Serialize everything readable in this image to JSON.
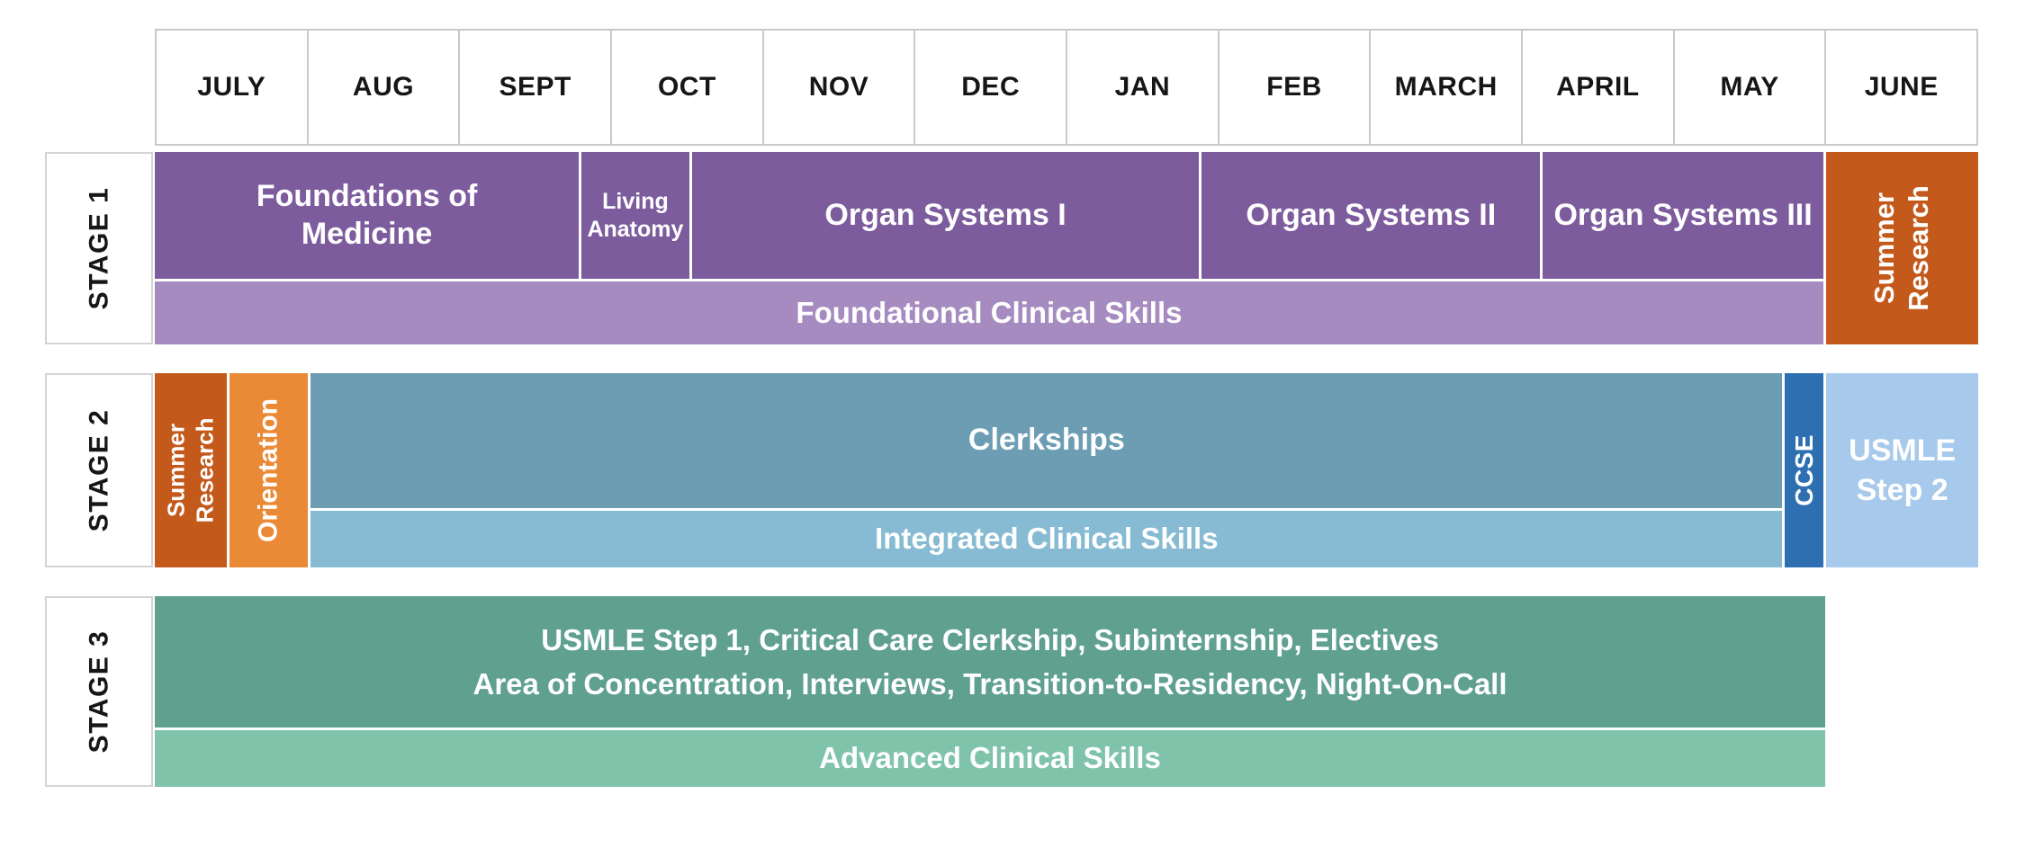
{
  "months": [
    "JULY",
    "AUG",
    "SEPT",
    "OCT",
    "NOV",
    "DEC",
    "JAN",
    "FEB",
    "MARCH",
    "APRIL",
    "MAY",
    "JUNE"
  ],
  "stage1": {
    "label": "STAGE 1",
    "blocks": {
      "foundations": "Foundations of Medicine",
      "living_anatomy": "Living Anatomy",
      "organ_systems_1": "Organ Systems I",
      "organ_systems_2": "Organ Systems II",
      "organ_systems_3": "Organ Systems III"
    },
    "skills_bar": "Foundational Clinical Skills",
    "summer_research": "Summer Research"
  },
  "stage2": {
    "label": "STAGE 2",
    "summer_research": "Summer Research",
    "orientation": "Orientation",
    "clerkships": "Clerkships",
    "skills_bar": "Integrated Clinical Skills",
    "ccse": "CCSE",
    "usmle_step2": "USMLE Step 2"
  },
  "stage3": {
    "label": "STAGE 3",
    "main_line1": "USMLE Step 1, Critical Care Clerkship, Subinternship, Electives",
    "main_line2": "Area of Concentration, Interviews, Transition-to-Residency, Night-On-Call",
    "skills_bar": "Advanced Clinical Skills"
  },
  "colors": {
    "purple": "#7d5c9e",
    "light_purple": "#a58bc0",
    "dark_orange": "#c3591a",
    "light_orange": "#eb8a36",
    "teal_blue": "#6c9db3",
    "light_blue": "#87bbd3",
    "ccse_blue": "#2e6fb2",
    "usmle_light_blue": "#a7c9eb",
    "green": "#5fa08f",
    "light_green": "#7fc3ab"
  }
}
